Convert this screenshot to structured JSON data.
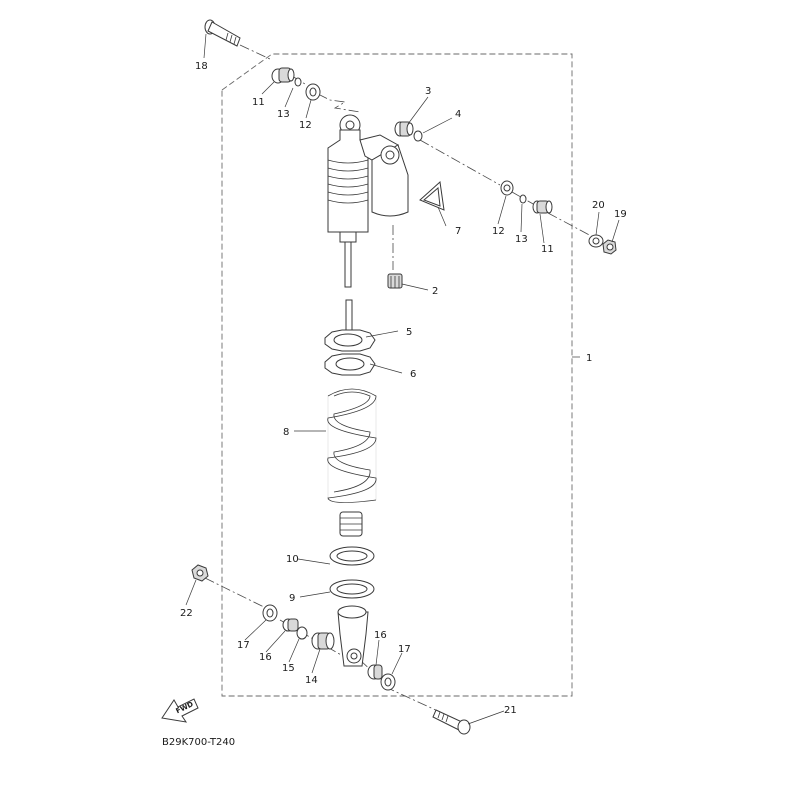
{
  "diagram": {
    "code": "B29K700-T240",
    "fwd_label": "FWD",
    "callouts": [
      "1",
      "2",
      "3",
      "4",
      "5",
      "6",
      "7",
      "8",
      "9",
      "10",
      "11",
      "11",
      "12",
      "12",
      "13",
      "13",
      "14",
      "15",
      "16",
      "16",
      "17",
      "17",
      "18",
      "19",
      "20",
      "21",
      "22"
    ]
  }
}
